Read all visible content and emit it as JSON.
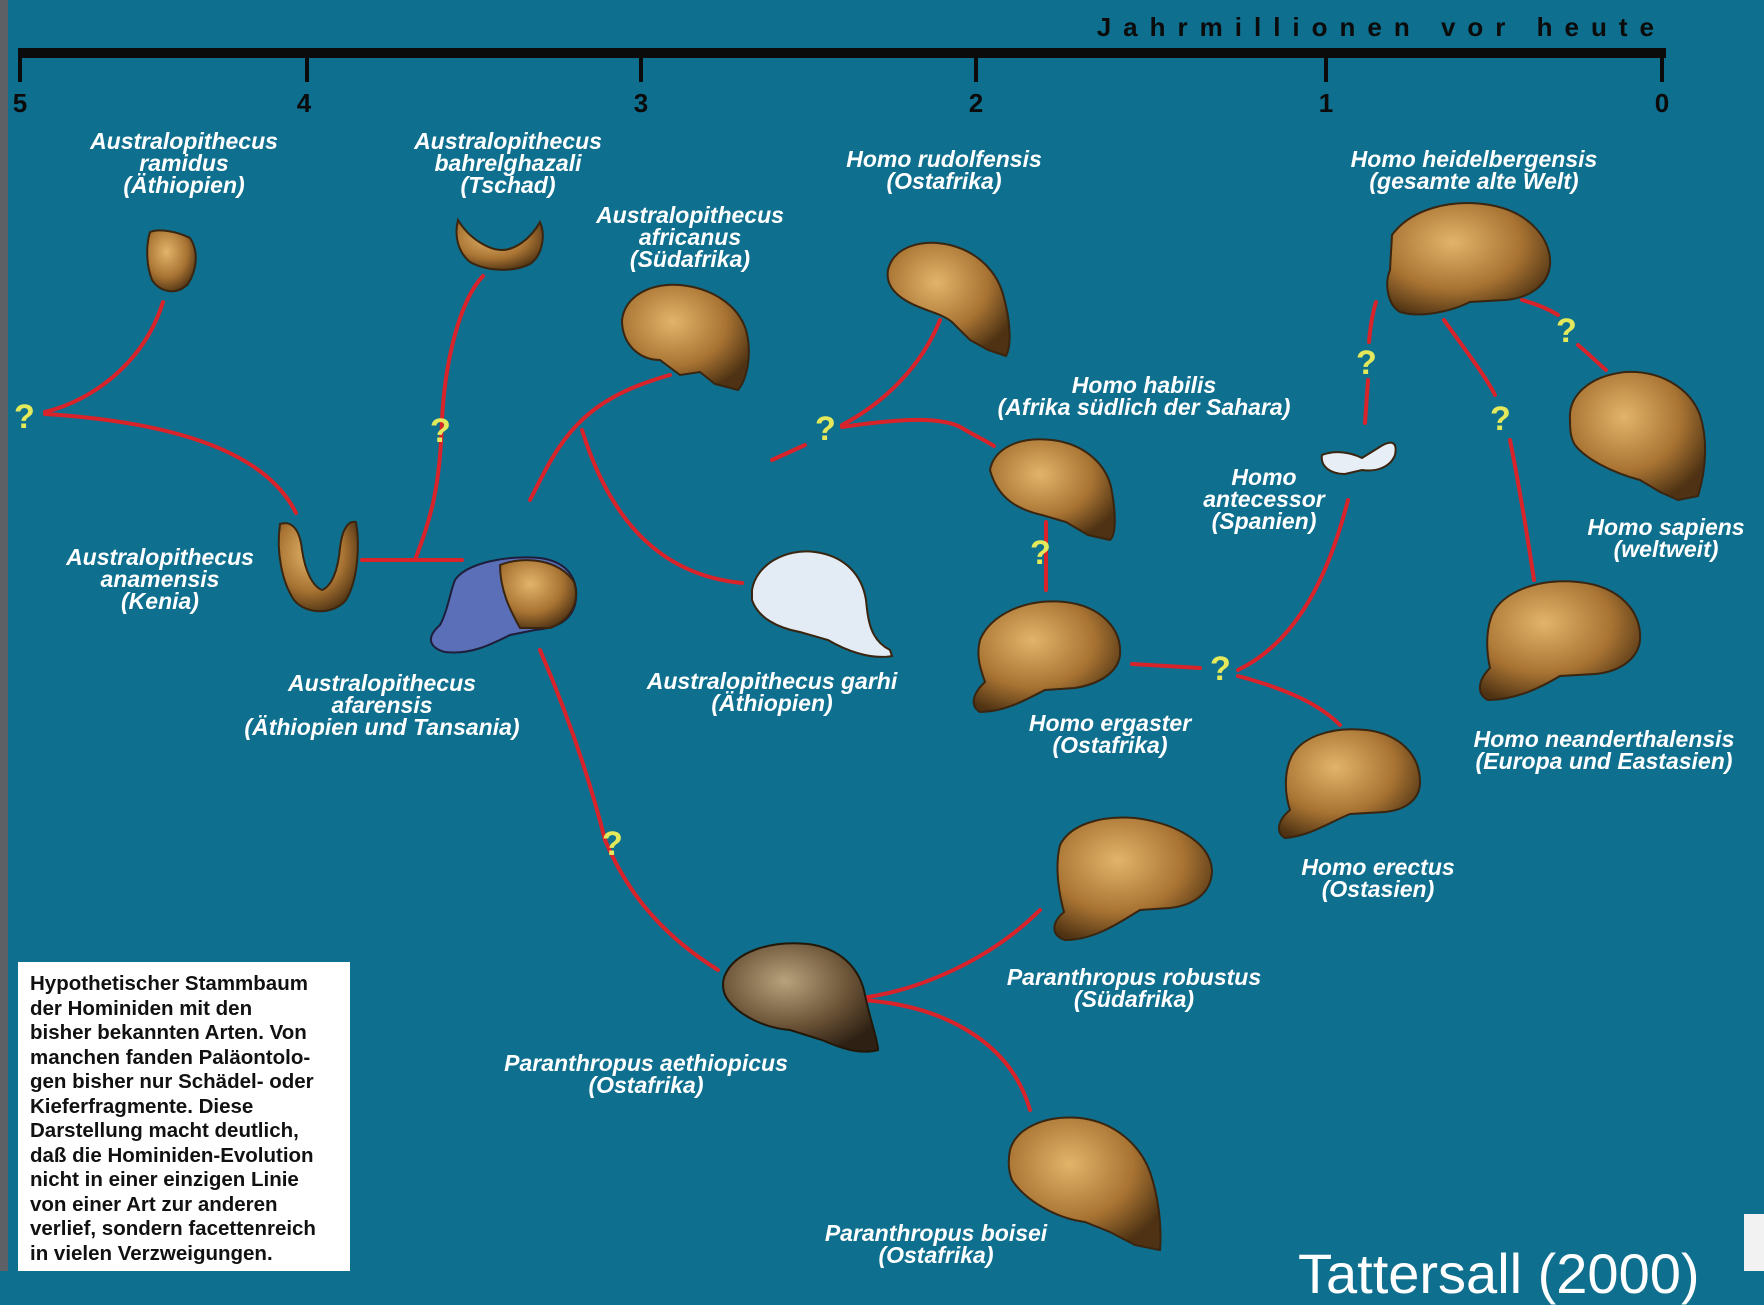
{
  "axis": {
    "title": "Jahrmillionen vor heute",
    "ticks": [
      "5",
      "4",
      "3",
      "2",
      "1",
      "0"
    ]
  },
  "species": {
    "a_ramidus": [
      "Australopithecus",
      "ramidus",
      "(Äthiopien)"
    ],
    "a_bahrelghazali": [
      "Australopithecus",
      "bahrelghazali",
      "(Tschad)"
    ],
    "a_africanus": [
      "Australopithecus",
      "africanus",
      "(Südafrika)"
    ],
    "h_rudolfensis": [
      "Homo rudolfensis",
      "(Ostafrika)"
    ],
    "h_heidelbergensis": [
      "Homo heidelbergensis",
      "(gesamte alte Welt)"
    ],
    "h_habilis": [
      "Homo habilis",
      "(Afrika südlich der Sahara)"
    ],
    "a_anamensis": [
      "Australopithecus",
      "anamensis",
      "(Kenia)"
    ],
    "h_antecessor": [
      "Homo",
      "antecessor",
      "(Spanien)"
    ],
    "h_sapiens": [
      "Homo sapiens",
      "(weltweit)"
    ],
    "a_afarensis": [
      "Australopithecus",
      "afarensis",
      "(Äthiopien und  Tansania)"
    ],
    "a_garhi": [
      "Australopithecus garhi",
      "(Äthiopien)"
    ],
    "h_ergaster": [
      "Homo ergaster",
      "(Ostafrika)"
    ],
    "h_neanderthalensis": [
      "Homo neanderthalensis",
      "(Europa und Eastasien)"
    ],
    "h_erectus": [
      "Homo erectus",
      "(Ostasien)"
    ],
    "p_robustus": [
      "Paranthropus robustus",
      "(Südafrika)"
    ],
    "p_aethiopicus": [
      "Paranthropus aethiopicus",
      "(Ostafrika)"
    ],
    "p_boisei": [
      "Paranthropus boisei",
      "(Ostafrika)"
    ]
  },
  "question_mark": "?",
  "caption": [
    "Hypothetischer Stammbaum",
    "der Hominiden mit den",
    "bisher bekannten Arten. Von",
    "manchen fanden Paläontolo-",
    "gen bisher nur Schädel- oder",
    "Kieferfragmente. Diese",
    "Darstellung macht deutlich,",
    "daß die Hominiden-Evolution",
    "nicht in einer einzigen Linie",
    "von einer Art zur anderen",
    "verlief, sondern facettenreich",
    "in vielen Verzweigungen."
  ],
  "citation": "Tattersall (2000)",
  "colors": {
    "background": "#0e6f8e",
    "lineage": "#d8232a",
    "question": "#e3e95a",
    "bone": "#b07d3c",
    "bone_dark": "#5a3a17",
    "reconstruction": "#c9d6e8",
    "reconstruction_blue": "#5a6fb8"
  },
  "icons": [
    "skull-icon",
    "jaw-icon"
  ]
}
